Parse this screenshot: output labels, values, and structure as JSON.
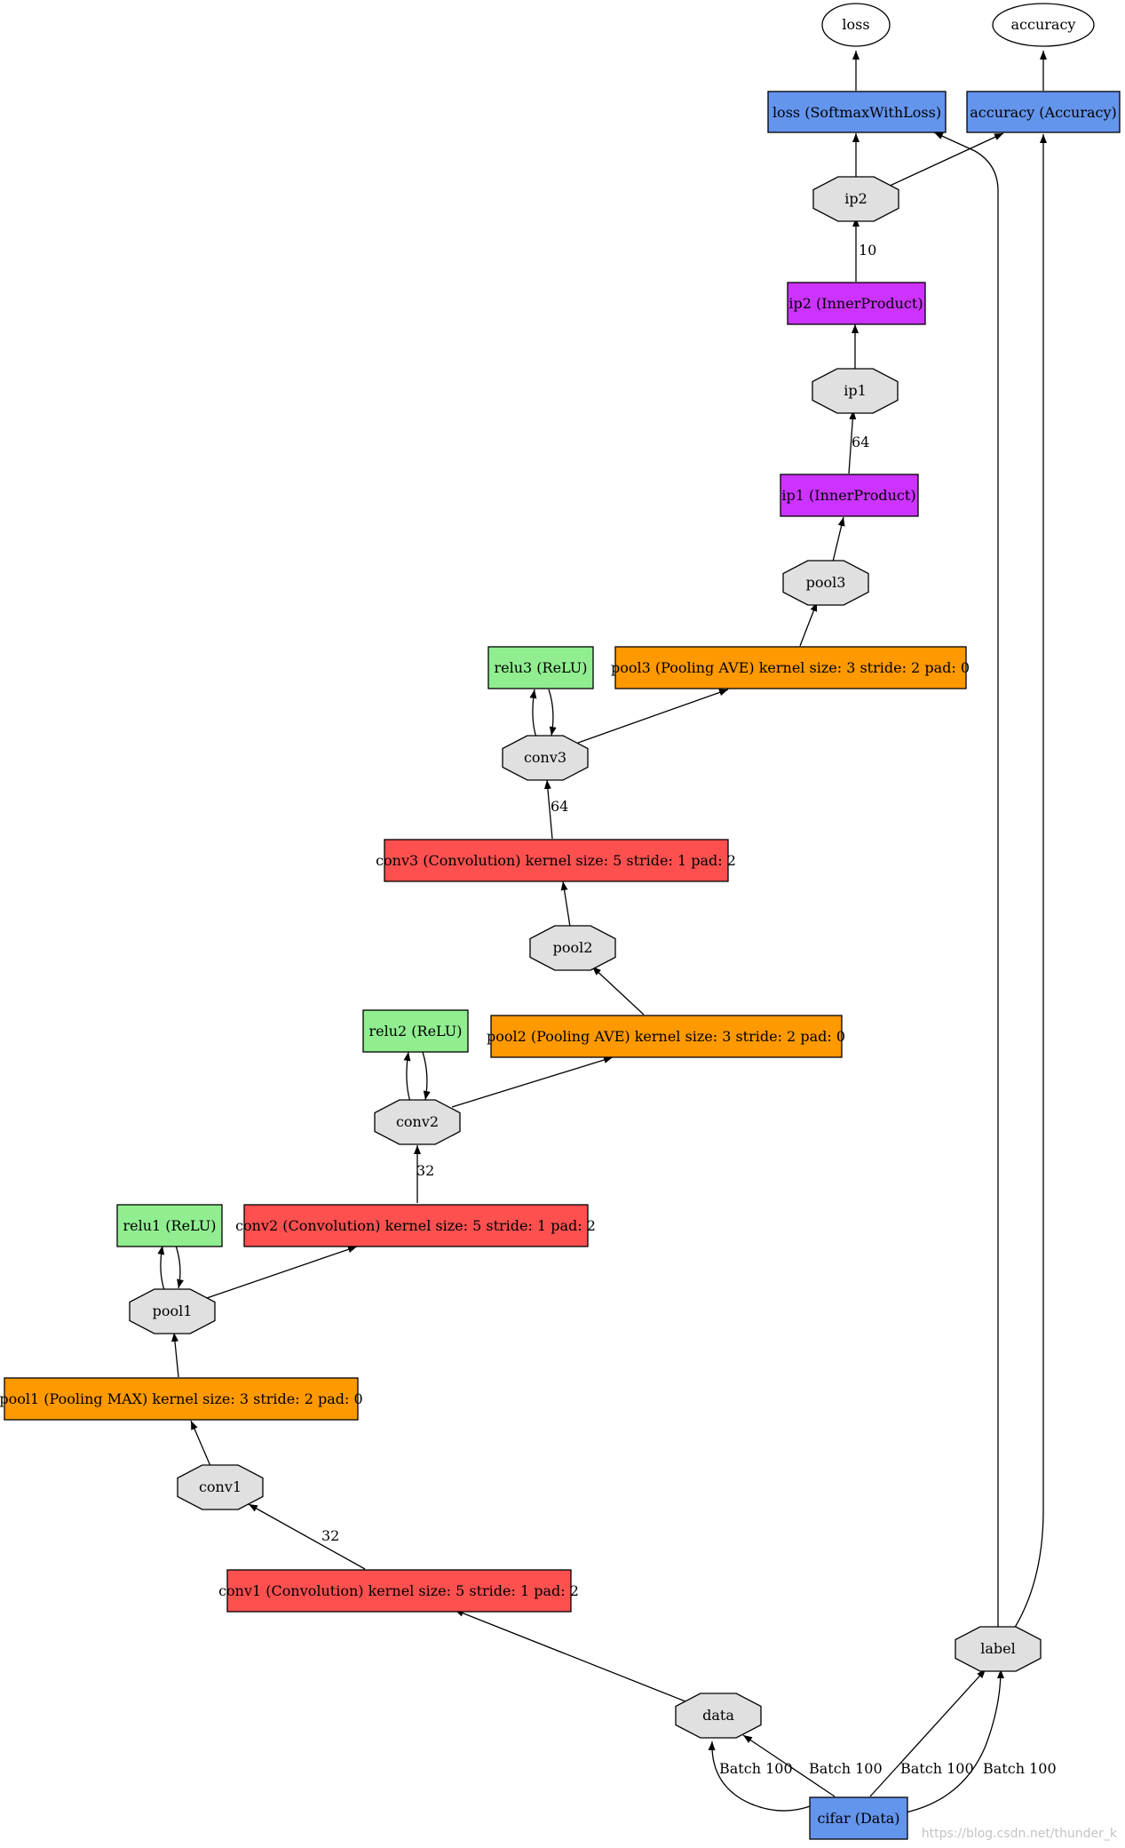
{
  "colors": {
    "data_layer": "#6495ED",
    "convolution": "#FF5050",
    "pooling": "#FF9900",
    "relu": "#90EE90",
    "inner_product": "#CC33FF",
    "blob": "#E0E0E0",
    "output": "#FFFFFF"
  },
  "nodes": {
    "loss_out": "loss",
    "accuracy_out": "accuracy",
    "loss_layer": "loss (SoftmaxWithLoss)",
    "accuracy_layer": "accuracy (Accuracy)",
    "ip2_blob": "ip2",
    "ip2_layer": "ip2 (InnerProduct)",
    "ip1_blob": "ip1",
    "ip1_layer": "ip1 (InnerProduct)",
    "pool3_blob": "pool3",
    "pool3_layer": "pool3 (Pooling AVE) kernel size: 3 stride: 2 pad: 0",
    "relu3_layer": "relu3 (ReLU)",
    "conv3_blob": "conv3",
    "conv3_layer": "conv3 (Convolution) kernel size: 5 stride: 1 pad: 2",
    "pool2_blob": "pool2",
    "pool2_layer": "pool2 (Pooling AVE) kernel size: 3 stride: 2 pad: 0",
    "relu2_layer": "relu2 (ReLU)",
    "conv2_blob": "conv2",
    "conv2_layer": "conv2 (Convolution) kernel size: 5 stride: 1 pad: 2",
    "relu1_layer": "relu1 (ReLU)",
    "pool1_blob": "pool1",
    "pool1_layer": "pool1 (Pooling MAX) kernel size: 3 stride: 2 pad: 0",
    "conv1_blob": "conv1",
    "conv1_layer": "conv1 (Convolution) kernel size: 5 stride: 1 pad: 2",
    "label_blob": "label",
    "data_blob": "data",
    "cifar_layer": "cifar (Data)"
  },
  "edge_labels": {
    "ip2_out": "10",
    "ip1_out": "64",
    "conv3_out": "64",
    "conv2_out": "32",
    "conv1_out": "32",
    "cifar_data_1": "Batch 100",
    "cifar_data_2": "Batch 100",
    "cifar_label_1": "Batch 100",
    "cifar_label_2": "Batch 100"
  },
  "watermark": "https://blog.csdn.net/thunder_k"
}
